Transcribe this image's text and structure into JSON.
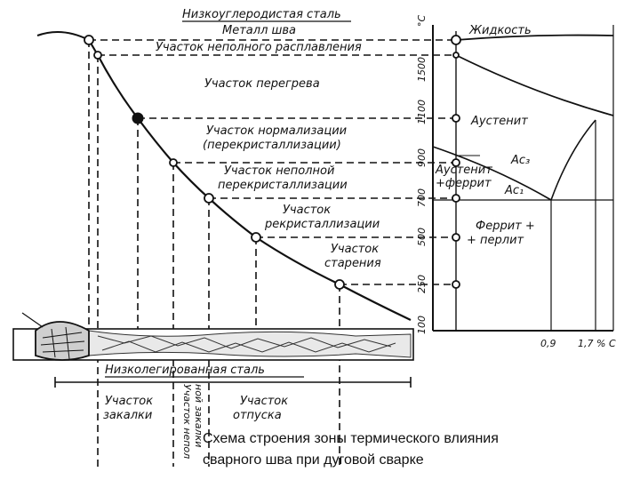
{
  "labels": {
    "low_carbon": "Низкоуглеродистая сталь",
    "weld_metal": "Металл шва",
    "incomplete_fusion": "Участок неполного расплавления",
    "overheat": "Участок перегрева",
    "normalization_1": "Участок нормализации",
    "normalization_2": "(перекристаллизации)",
    "incomplete_recryst_1": "Участок неполной",
    "incomplete_recryst_2": "перекристаллизации",
    "recryst_1": "Участок",
    "recryst_2": "рекристаллизации",
    "aging_1": "Участок",
    "aging_2": "старения",
    "low_alloy": "Низколегированная сталь",
    "quench_1": "Участок",
    "quench_2": "закалки",
    "incomplete_quench_1": "Участок непол",
    "incomplete_quench_2": "ной закалки",
    "temper_1": "Участок",
    "temper_2": "отпуска"
  },
  "phase_diagram": {
    "liquid": "Жидкость",
    "austenite": "Аустенит",
    "austenite_ferrite_1": "Аустенит",
    "austenite_ferrite_2": "+феррит",
    "ferrite_pearlite_1": "Феррит +",
    "ferrite_pearlite_2": "+ перлит",
    "ac3": "Ac₃",
    "ac1": "Ac₁",
    "x_tick_1": "0,9",
    "x_tick_2": "1,7 % C",
    "axis_unit": "°C",
    "y_ticks": [
      "1500",
      "1100",
      "900",
      "700",
      "500",
      "250",
      "100"
    ]
  },
  "caption": {
    "line1": "Схема строения зоны термического влияния",
    "line2": "сварного шва при дуговой сварке"
  }
}
